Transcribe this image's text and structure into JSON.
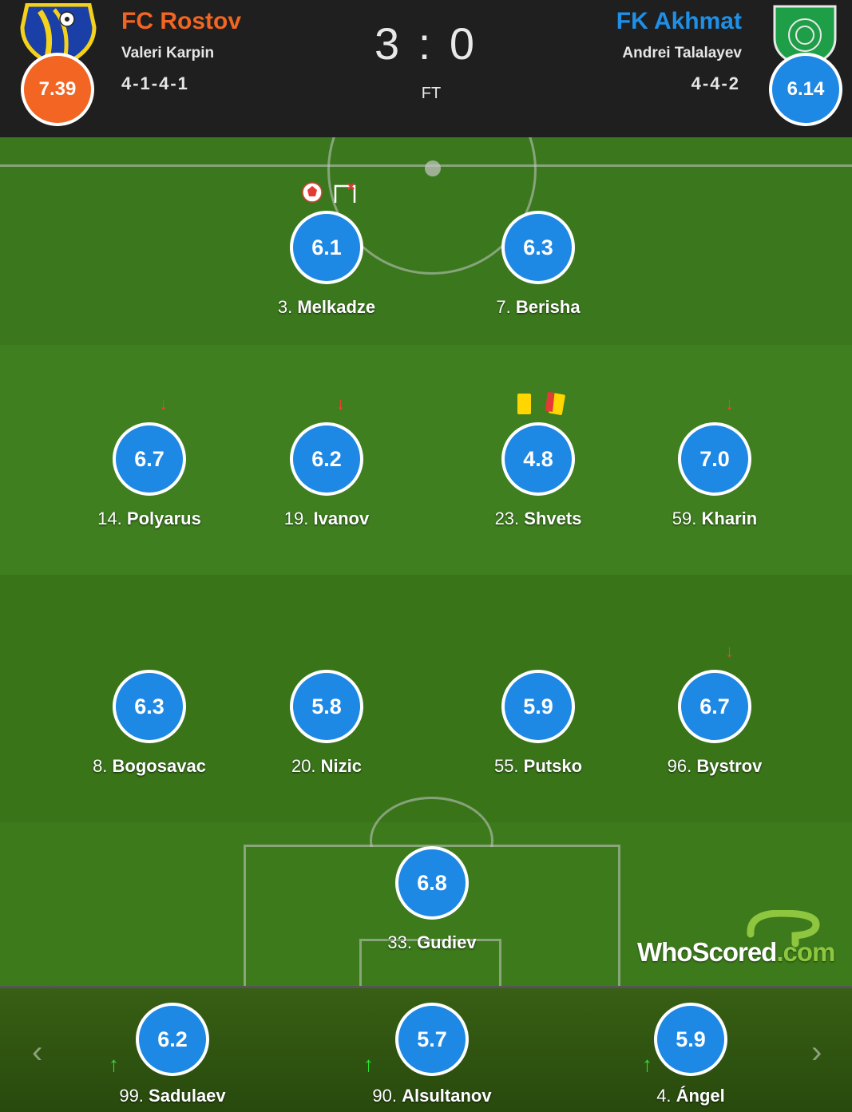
{
  "home": {
    "name": "FC Rostov",
    "manager": "Valeri Karpin",
    "formation": "4-1-4-1",
    "rating": "7.39",
    "color": "#f26522",
    "crest_icon": "fc-rostov-crest-icon"
  },
  "away": {
    "name": "FK Akhmat",
    "manager": "Andrei Talalayev",
    "formation": "4-4-2",
    "rating": "6.14",
    "color": "#1e88e5",
    "crest_icon": "fk-akhmat-crest-icon"
  },
  "score": "3 : 0",
  "status": "FT",
  "players": [
    {
      "number": "3.",
      "name": "Melkadze",
      "rating": "6.1",
      "events": [
        "own-goal",
        "missed-shot"
      ]
    },
    {
      "number": "7.",
      "name": "Berisha",
      "rating": "6.3",
      "events": []
    },
    {
      "number": "14.",
      "name": "Polyarus",
      "rating": "6.7",
      "events": [
        "sub-off"
      ]
    },
    {
      "number": "19.",
      "name": "Ivanov",
      "rating": "6.2",
      "events": [
        "sub-off"
      ]
    },
    {
      "number": "23.",
      "name": "Shvets",
      "rating": "4.8",
      "events": [
        "yellow-card",
        "second-yellow-card"
      ]
    },
    {
      "number": "59.",
      "name": "Kharin",
      "rating": "7.0",
      "events": [
        "sub-off"
      ]
    },
    {
      "number": "8.",
      "name": "Bogosavac",
      "rating": "6.3",
      "events": []
    },
    {
      "number": "20.",
      "name": "Nizic",
      "rating": "5.8",
      "events": []
    },
    {
      "number": "55.",
      "name": "Putsko",
      "rating": "5.9",
      "events": []
    },
    {
      "number": "96.",
      "name": "Bystrov",
      "rating": "6.7",
      "events": [
        "sub-off"
      ]
    },
    {
      "number": "33.",
      "name": "Gudiev",
      "rating": "6.8",
      "events": []
    }
  ],
  "subs": [
    {
      "number": "99.",
      "name": "Sadulaev",
      "rating": "6.2",
      "events": [
        "sub-on"
      ]
    },
    {
      "number": "90.",
      "name": "Alsultanov",
      "rating": "5.7",
      "events": [
        "sub-on"
      ]
    },
    {
      "number": "4.",
      "name": "Ángel",
      "rating": "5.9",
      "events": [
        "sub-on"
      ]
    }
  ],
  "icons": {
    "sub_off": "↓",
    "sub_on": "↑",
    "prev": "‹",
    "next": "›"
  },
  "logo": {
    "part1": "WhoScored",
    "part2": ".com"
  },
  "colors": {
    "player_bubble": "#1e88e5",
    "pitch_light": "#3d7a1e",
    "pitch_dark": "#356c19",
    "sub_off_arrow": "#ff3b30",
    "sub_on_arrow": "#2ee02e",
    "yellow_card": "#ffd600"
  }
}
